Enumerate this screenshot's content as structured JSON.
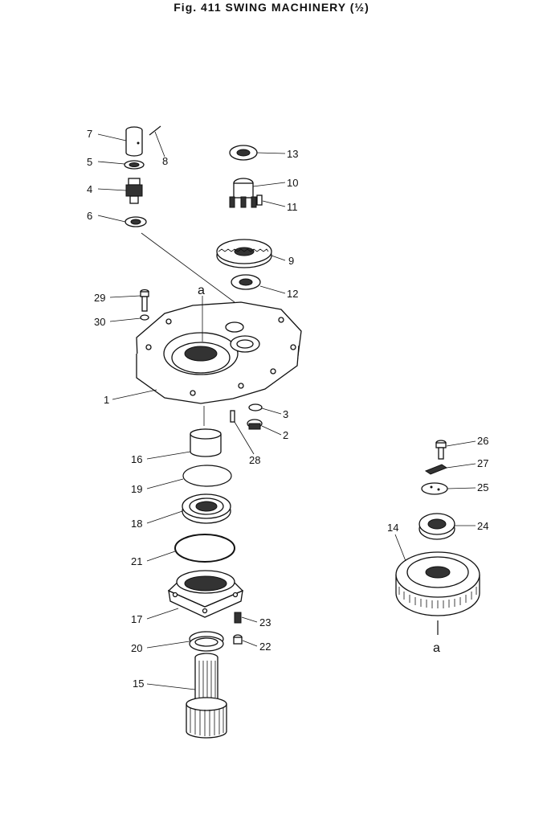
{
  "figure": {
    "title": "Fig. 411   SWING  MACHINERY  (½)"
  },
  "callouts": {
    "p1": "1",
    "p2": "2",
    "p3": "3",
    "p4": "4",
    "p5": "5",
    "p6": "6",
    "p7": "7",
    "p8": "8",
    "p9": "9",
    "p10": "10",
    "p11": "11",
    "p12": "12",
    "p13": "13",
    "p14": "14",
    "p15": "15",
    "p16": "16",
    "p17": "17",
    "p18": "18",
    "p19": "19",
    "p20": "20",
    "p21": "21",
    "p22": "22",
    "p23": "23",
    "p24": "24",
    "p25": "25",
    "p26": "26",
    "p27": "27",
    "p28": "28",
    "p29": "29",
    "p30": "30",
    "ref_a_top": "a",
    "ref_a_right": "a"
  }
}
